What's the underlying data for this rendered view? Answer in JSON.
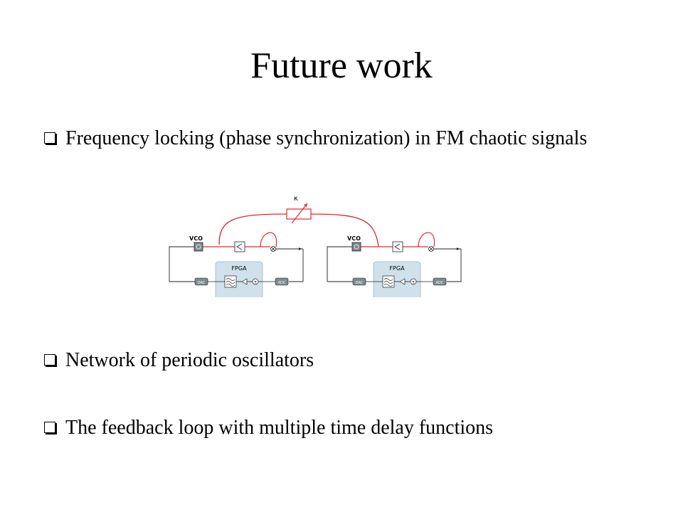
{
  "slide": {
    "title": "Future work",
    "bullets": [
      {
        "text": "Frequency locking (phase synchronization)  in FM chaotic signals"
      },
      {
        "text": "Network of periodic oscillators"
      },
      {
        "text": "The feedback loop with multiple time delay functions"
      }
    ]
  },
  "diagram": {
    "coupling_label": "κ",
    "units": [
      {
        "vco": "VCO",
        "fpga": "FPGA",
        "dac": "DAC",
        "adc": "ADC",
        "tau": "τ"
      },
      {
        "vco": "VCO",
        "fpga": "FPGA",
        "dac": "DAC",
        "adc": "ADC",
        "tau": "τ"
      }
    ],
    "colors": {
      "signal": "#e0282d",
      "wire": "#222222",
      "fpga_fill": "#cfe1ea",
      "fpga_stroke": "#9bb8c6"
    }
  }
}
